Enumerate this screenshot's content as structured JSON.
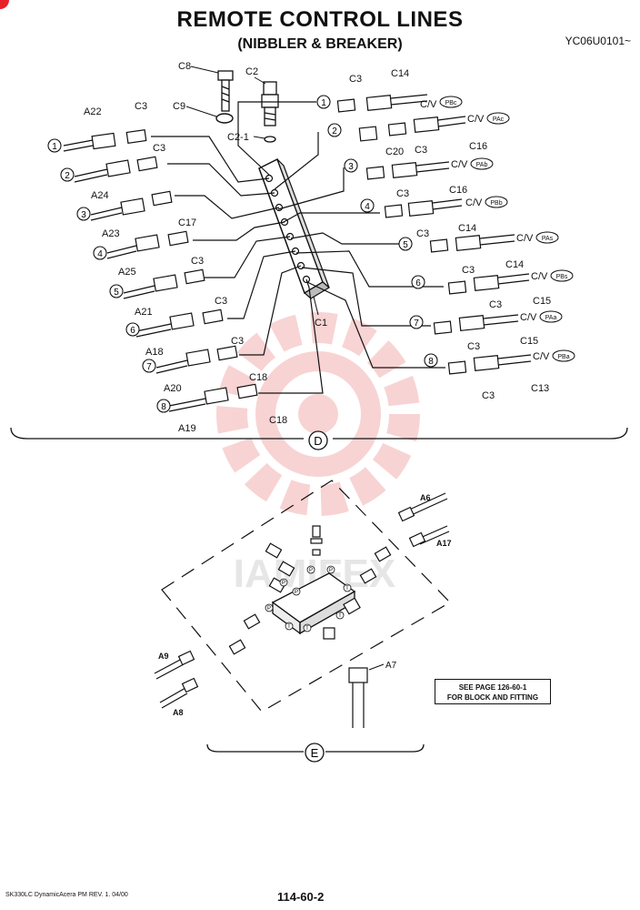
{
  "header": {
    "title": "REMOTE CONTROL LINES",
    "subtitle": "(NIBBLER & BREAKER)",
    "doc_code": "YC06U0101~"
  },
  "section_d": {
    "view_label": "D",
    "top_parts": {
      "c8": "C8",
      "c2": "C2",
      "c9": "C9",
      "c2_1": "C2-1",
      "c1": "C1"
    },
    "left_lines": [
      {
        "num": "1",
        "hose": "A22",
        "fitting": "C3"
      },
      {
        "num": "2",
        "hose": "A24",
        "fitting": "C3"
      },
      {
        "num": "3",
        "hose": "A23",
        "fitting": "C17"
      },
      {
        "num": "4",
        "hose": "A25",
        "fitting": "C3"
      },
      {
        "num": "5",
        "hose": "A21",
        "fitting": "C3"
      },
      {
        "num": "6",
        "hose": "A18",
        "fitting": "C3"
      },
      {
        "num": "7",
        "hose": "A20",
        "fitting": "C18"
      },
      {
        "num": "8",
        "hose": "A19",
        "fitting": "C18"
      }
    ],
    "right_lines": [
      {
        "num": "1",
        "fitting": "C3",
        "hose": "C14",
        "cv": "C/V",
        "port": "PBc"
      },
      {
        "num": "2",
        "fitting": "C3",
        "extra": "C20",
        "hose": "C16",
        "cv": "C/V",
        "port": "PAc"
      },
      {
        "num": "3",
        "fitting": "C3",
        "hose": "C16",
        "cv": "C/V",
        "port": "PAb"
      },
      {
        "num": "4",
        "fitting": "C3",
        "hose": "C14",
        "cv": "C/V",
        "port": "PBb"
      },
      {
        "num": "5",
        "fitting": "C3",
        "hose": "C14",
        "cv": "C/V",
        "port": "PAs"
      },
      {
        "num": "6",
        "fitting": "C3",
        "hose": "C15",
        "cv": "C/V",
        "port": "PBs"
      },
      {
        "num": "7",
        "fitting": "C3",
        "hose": "C15",
        "cv": "C/V",
        "port": "PAa"
      },
      {
        "num": "8",
        "fitting": "C3",
        "hose": "C13",
        "cv": "C/V",
        "port": "PBa"
      }
    ]
  },
  "section_e": {
    "view_label": "E",
    "hoses": {
      "a6": "A6",
      "a17": "A17",
      "a9": "A9",
      "a8": "A8",
      "a7": "A7"
    },
    "port_p": "P",
    "port_t": "T",
    "see_page_line1": "SEE PAGE 126-60-1",
    "see_page_line2": "FOR BLOCK AND FITTING"
  },
  "watermark": {
    "text": "IAMIFEX",
    "color": "#f0a8a8"
  },
  "footer": {
    "left_text": "SK330LC DynamicAcera PM REV. 1. 04/00",
    "page_number": "114-60-2"
  },
  "colors": {
    "ink": "#111111",
    "watermark": "#f3b0b0",
    "badge": "#e8202a"
  }
}
